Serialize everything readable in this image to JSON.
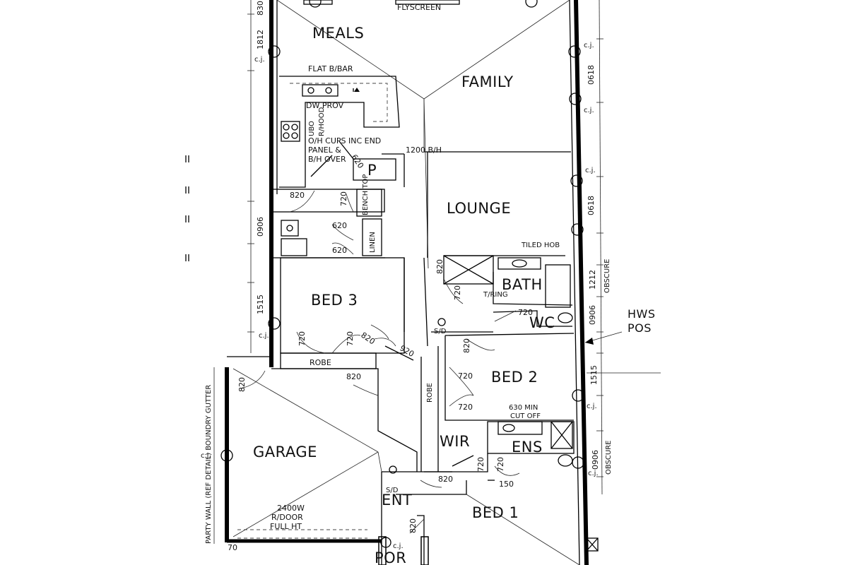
{
  "rooms": {
    "meals": "MEALS",
    "family": "FAMILY",
    "lounge": "LOUNGE",
    "bed3": "BED 3",
    "bath": "BATH",
    "wc": "WC",
    "bed2": "BED 2",
    "garage": "GARAGE",
    "wir": "WIR",
    "ens": "ENS",
    "ent": "ENT",
    "bed1": "BED 1",
    "por": "POR",
    "p": "P"
  },
  "notes": {
    "flyscreen": "FLYSCREEN",
    "flat_bbar": "FLAT B/BAR",
    "dw_prov": "DW PROV",
    "ubo": "UBO",
    "rhood": "R/HOOD",
    "oh_cups_1": "O/H CUPS INC END",
    "oh_cups_2": "PANEL &",
    "oh_cups_3": "B/H OVER",
    "bh_1200": "1200 B/H",
    "bench_top": "BENCH TOP",
    "linen": "LINEN",
    "tiled_hob": "TILED HOB",
    "t_ring": "T/RING",
    "hws_1": "HWS",
    "hws_2": "POS",
    "robe_bed3": "ROBE",
    "robe_bed2": "ROBE",
    "sd_1": "S/D",
    "sd_2": "S/D",
    "cutoff_1": "630 MIN",
    "cutoff_2": "CUT OFF",
    "garage_door_1": "2400W",
    "garage_door_2": "R/DOOR",
    "garage_door_3": "FULL HT",
    "party_wall": "PARTY WALL (REF DETAIL) BOUNDRY GUTTER",
    "obscure_1": "OBSCURE",
    "obscure_2": "OBSCURE",
    "cj": "c.j."
  },
  "dimensions": {
    "d830": "830",
    "d1812": "1812",
    "d0906_left": "0906",
    "d1515_left": "1515",
    "d0618_a": "0618",
    "d0618_b": "0618",
    "d1212": "1212",
    "d0906_r1": "0906",
    "d1515_right": "1515",
    "d0906_r2": "0906",
    "d620_a": "620",
    "d620_b": "620",
    "d620_c": "620",
    "d820_a": "820",
    "d720_a": "720",
    "d820_bath": "820",
    "d720_bath": "720",
    "d720_wc": "720",
    "d720_b3a": "720",
    "d720_b3b": "720",
    "d820_b3": "820",
    "d920": "920",
    "d820_b2": "820",
    "d820_hall": "820",
    "d720_b2a": "720",
    "d720_b2b": "720",
    "d820_gar": "820",
    "d720_ens_a": "720",
    "d720_ens_b": "720",
    "d150": "150",
    "d820_ent": "820",
    "d820_por": "820",
    "d70": "70"
  }
}
